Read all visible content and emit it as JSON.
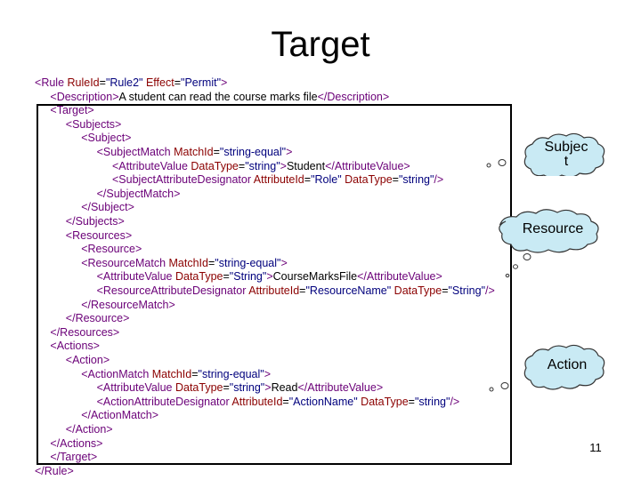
{
  "slide": {
    "title": "Target",
    "page_number": "11"
  },
  "colors": {
    "tag": "#6b0078",
    "attr": "#8b0000",
    "value": "#00007d",
    "text": "#000000",
    "cloud_fill": "#c9eaf4",
    "cloud_stroke": "#333333"
  },
  "xml_lines": [
    [
      {
        "t": "<",
        "c": "tag"
      },
      {
        "t": "Rule ",
        "c": "tag"
      },
      {
        "t": "RuleId",
        "c": "attr"
      },
      {
        "t": "=",
        "c": "text"
      },
      {
        "t": "\"Rule2\"",
        "c": "value"
      },
      {
        "t": " Effect",
        "c": "attr"
      },
      {
        "t": "=",
        "c": "text"
      },
      {
        "t": "\"Permit\"",
        "c": "value"
      },
      {
        "t": ">",
        "c": "tag"
      }
    ],
    [
      {
        "t": "<Description>",
        "c": "tag"
      },
      {
        "t": "A student can read the course marks file",
        "c": "text"
      },
      {
        "t": "</Description>",
        "c": "tag"
      }
    ],
    [
      {
        "t": "<Target>",
        "c": "tag"
      }
    ],
    [
      {
        "t": "<Subjects>",
        "c": "tag"
      }
    ],
    [
      {
        "t": "<Subject>",
        "c": "tag"
      }
    ],
    [
      {
        "t": "<SubjectMatch ",
        "c": "tag"
      },
      {
        "t": "MatchId",
        "c": "attr"
      },
      {
        "t": "=",
        "c": "text"
      },
      {
        "t": "\"string-equal\"",
        "c": "value"
      },
      {
        "t": ">",
        "c": "tag"
      }
    ],
    [
      {
        "t": "<AttributeValue ",
        "c": "tag"
      },
      {
        "t": "DataType",
        "c": "attr"
      },
      {
        "t": "=",
        "c": "text"
      },
      {
        "t": "\"string\"",
        "c": "value"
      },
      {
        "t": ">",
        "c": "tag"
      },
      {
        "t": "Student",
        "c": "text"
      },
      {
        "t": "</AttributeValue>",
        "c": "tag"
      }
    ],
    [
      {
        "t": "<SubjectAttributeDesignator ",
        "c": "tag"
      },
      {
        "t": "AttributeId",
        "c": "attr"
      },
      {
        "t": "=",
        "c": "text"
      },
      {
        "t": "\"Role\"",
        "c": "value"
      },
      {
        "t": " DataType",
        "c": "attr"
      },
      {
        "t": "=",
        "c": "text"
      },
      {
        "t": "\"string\"",
        "c": "value"
      },
      {
        "t": "/>",
        "c": "tag"
      }
    ],
    [
      {
        "t": "</SubjectMatch>",
        "c": "tag"
      }
    ],
    [
      {
        "t": "</Subject>",
        "c": "tag"
      }
    ],
    [
      {
        "t": "</Subjects>",
        "c": "tag"
      }
    ],
    [
      {
        "t": "<Resources>",
        "c": "tag"
      }
    ],
    [
      {
        "t": "<Resource>",
        "c": "tag"
      }
    ],
    [
      {
        "t": "<ResourceMatch ",
        "c": "tag"
      },
      {
        "t": "MatchId",
        "c": "attr"
      },
      {
        "t": "=",
        "c": "text"
      },
      {
        "t": "\"string-equal\"",
        "c": "value"
      },
      {
        "t": ">",
        "c": "tag"
      }
    ],
    [
      {
        "t": "<AttributeValue ",
        "c": "tag"
      },
      {
        "t": "DataType",
        "c": "attr"
      },
      {
        "t": "=",
        "c": "text"
      },
      {
        "t": "\"String\"",
        "c": "value"
      },
      {
        "t": ">",
        "c": "tag"
      },
      {
        "t": "CourseMarksFile",
        "c": "text"
      },
      {
        "t": "</AttributeValue>",
        "c": "tag"
      }
    ],
    [
      {
        "t": "<ResourceAttributeDesignator ",
        "c": "tag"
      },
      {
        "t": "AttributeId",
        "c": "attr"
      },
      {
        "t": "=",
        "c": "text"
      },
      {
        "t": "\"ResourceName\"",
        "c": "value"
      },
      {
        "t": " DataType",
        "c": "attr"
      },
      {
        "t": "=",
        "c": "text"
      },
      {
        "t": "\"String\"",
        "c": "value"
      },
      {
        "t": "/>",
        "c": "tag"
      }
    ],
    [
      {
        "t": "</ResourceMatch>",
        "c": "tag"
      }
    ],
    [
      {
        "t": "</Resource>",
        "c": "tag"
      }
    ],
    [
      {
        "t": "</Resources>",
        "c": "tag"
      }
    ],
    [
      {
        "t": "<Actions>",
        "c": "tag"
      }
    ],
    [
      {
        "t": "<Action>",
        "c": "tag"
      }
    ],
    [
      {
        "t": "<ActionMatch ",
        "c": "tag"
      },
      {
        "t": "MatchId",
        "c": "attr"
      },
      {
        "t": "=",
        "c": "text"
      },
      {
        "t": "\"string-equal\"",
        "c": "value"
      },
      {
        "t": ">",
        "c": "tag"
      }
    ],
    [
      {
        "t": "<AttributeValue ",
        "c": "tag"
      },
      {
        "t": "DataType",
        "c": "attr"
      },
      {
        "t": "=",
        "c": "text"
      },
      {
        "t": "\"string\"",
        "c": "value"
      },
      {
        "t": ">",
        "c": "tag"
      },
      {
        "t": "Read",
        "c": "text"
      },
      {
        "t": "</AttributeValue>",
        "c": "tag"
      }
    ],
    [
      {
        "t": "<ActionAttributeDesignator ",
        "c": "tag"
      },
      {
        "t": "AttributeId",
        "c": "attr"
      },
      {
        "t": "=",
        "c": "text"
      },
      {
        "t": "\"ActionName\"",
        "c": "value"
      },
      {
        "t": " DataType",
        "c": "attr"
      },
      {
        "t": "=",
        "c": "text"
      },
      {
        "t": "\"string\"",
        "c": "value"
      },
      {
        "t": "/>",
        "c": "tag"
      }
    ],
    [
      {
        "t": "</ActionMatch>",
        "c": "tag"
      }
    ],
    [
      {
        "t": "</Action>",
        "c": "tag"
      }
    ],
    [
      {
        "t": "</Actions>",
        "c": "tag"
      }
    ],
    [
      {
        "t": "</Target>",
        "c": "tag"
      }
    ],
    [
      {
        "t": "</Rule>",
        "c": "tag"
      }
    ]
  ],
  "callouts": {
    "subject": {
      "line1": "Subjec",
      "line2": "t"
    },
    "resource": {
      "label": "Resource"
    },
    "action": {
      "label": "Action"
    }
  }
}
